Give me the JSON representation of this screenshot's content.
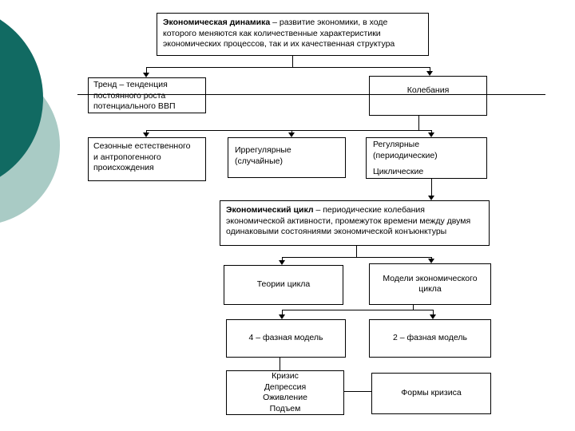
{
  "slide": {
    "background_color": "#ffffff",
    "decor": {
      "dark_circle_color": "#116a62",
      "light_circle_color": "#a9cbc5"
    },
    "nodes": {
      "economic_dynamics": {
        "bold": "Экономическая динамика",
        "rest": " – развитие экономики, в ходе\nкоторого меняются как количественные характеристики\nэкономических процессов, так и их качественная структура"
      },
      "trend": {
        "text": "Тренд – тенденция\nпостоянного роста\nпотенциального ВВП"
      },
      "fluctuations": {
        "text": "Колебания"
      },
      "seasonal": {
        "text": "Сезонные естественного\nи антропогенного\nпроисхождения"
      },
      "irregular": {
        "text": "Иррегулярные\n(случайные)"
      },
      "regular": {
        "line1": "Регулярные\n(периодические)",
        "line2": "Циклические"
      },
      "economic_cycle": {
        "bold": "Экономический цикл",
        "rest": " – периодические колебания\nэкономической активности, промежуток времени между двумя\nодинаковыми состояниями экономической конъюнктуры"
      },
      "cycle_theories": {
        "text": "Теории цикла"
      },
      "cycle_models": {
        "text": "Модели экономического\nцикла"
      },
      "four_phase": {
        "text": "4 – фазная модель"
      },
      "two_phase": {
        "text": "2 – фазная модель"
      },
      "cycle_phases": {
        "text": "Кризис\nДепрессия\nОживление\nПодъем"
      },
      "crisis_forms": {
        "text": "Формы кризиса"
      }
    }
  }
}
